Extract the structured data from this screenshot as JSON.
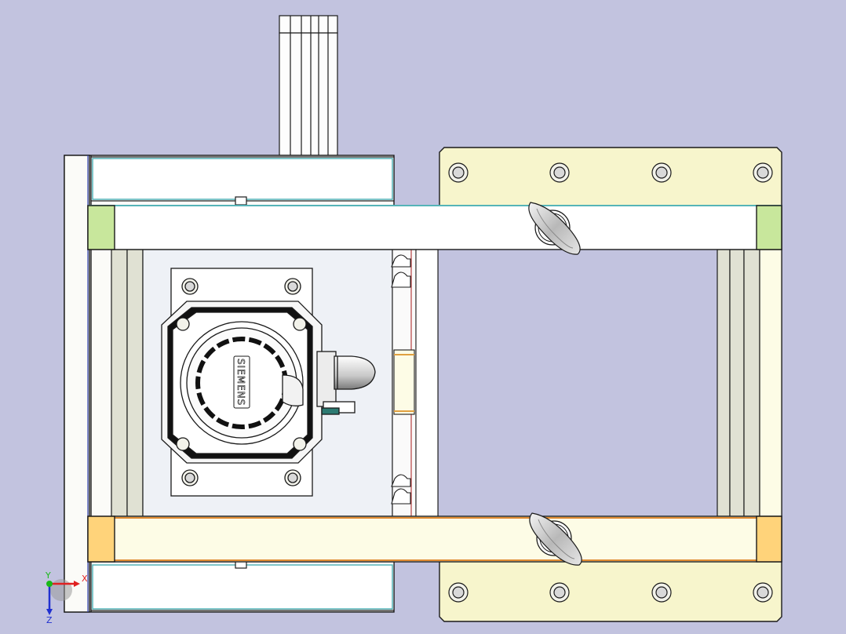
{
  "viewport": {
    "background": "#c2c3df",
    "line_color": "#1a1a1a"
  },
  "colors": {
    "frame_white": "#fbfbf8",
    "pale_yellow": "#f7f5cc",
    "cream": "#fdfce6",
    "green_block": "#c8e79c",
    "orange_block": "#ffd37a",
    "motor_face": "#eef1f6",
    "rail_grey": "#e0e1d3",
    "teal_edge": "#55b4b8"
  },
  "motor": {
    "brand": "SIEMENS",
    "icon": "servo-motor-icon"
  },
  "bolts": {
    "count": 12,
    "icon": "bolt-hole-icon"
  },
  "lifting_rings": {
    "count": 2,
    "icon": "lifting-ring-icon"
  },
  "triad": {
    "x_label": "X",
    "y_label": "Y",
    "z_label": "Z",
    "x_color": "#e02020",
    "y_color": "#18b818",
    "z_color": "#2030d0"
  }
}
